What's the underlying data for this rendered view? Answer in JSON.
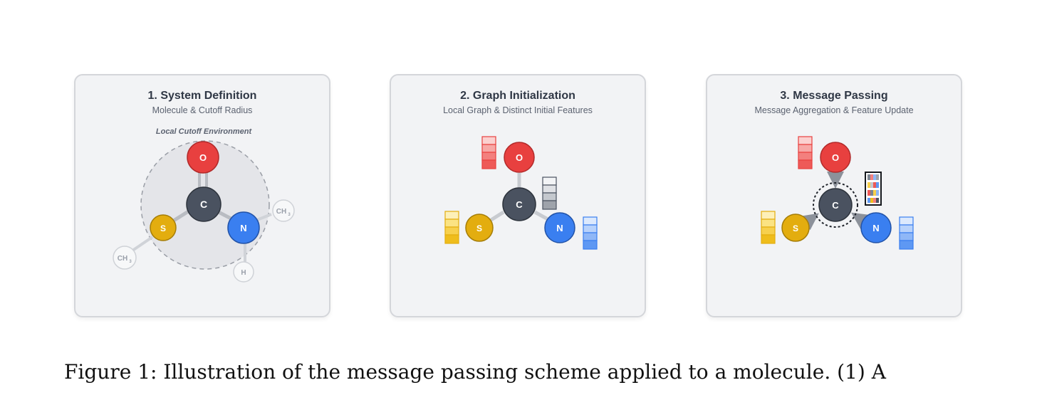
{
  "panels": [
    {
      "title": "1. System Definition",
      "subtitle": "Molecule & Cutoff Radius",
      "env_label": "Local Cutoff Environment",
      "atoms": {
        "O": "O",
        "C": "C",
        "S": "S",
        "N": "N"
      },
      "ghosts": {
        "ch3_a": "CH",
        "ch3_b": "CH",
        "h": "H",
        "sub3": "3"
      }
    },
    {
      "title": "2. Graph Initialization",
      "subtitle": "Local Graph & Distinct Initial Features",
      "atoms": {
        "O": "O",
        "C": "C",
        "S": "S",
        "N": "N"
      }
    },
    {
      "title": "3. Message Passing",
      "subtitle": "Message Aggregation & Feature Update",
      "atoms": {
        "O": "O",
        "C": "C",
        "S": "S",
        "N": "N"
      }
    }
  ],
  "colors": {
    "oxygen": "#e8403f",
    "carbon": "#4a5260",
    "sulfur": "#e3ad0f",
    "nitrogen": "#3a7ff0"
  },
  "caption": "Figure 1: Illustration of the message passing scheme applied to a molecule. (1) A"
}
